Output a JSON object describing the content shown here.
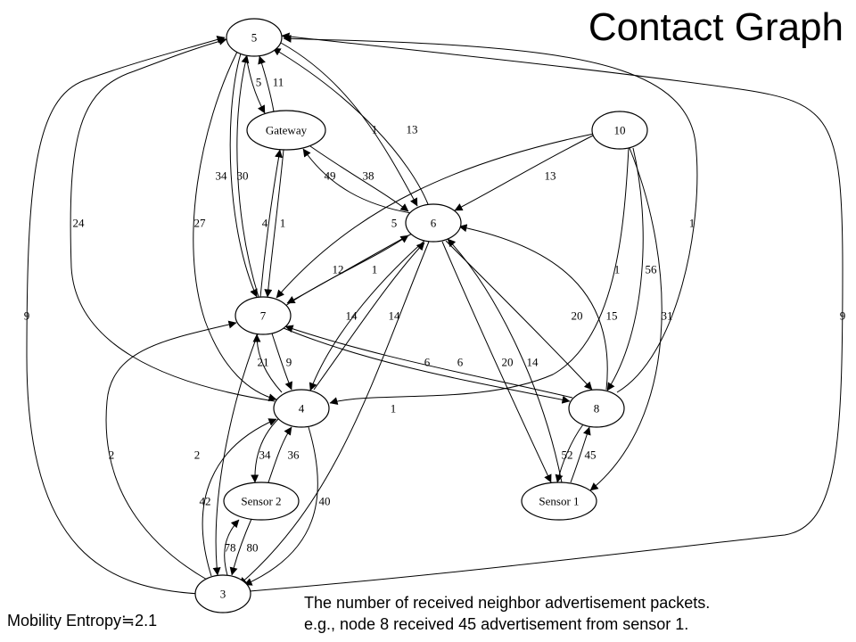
{
  "title": "Contact Graph",
  "caption": {
    "line1": "The number of received neighbor advertisement packets.",
    "line2": "e.g., node 8 received 45 advertisement from sensor 1."
  },
  "entropy_label": "Mobility Entropy≒2.1",
  "graph": {
    "nodes": [
      {
        "id": "n5",
        "label": "5"
      },
      {
        "id": "ngw",
        "label": "Gateway"
      },
      {
        "id": "n10",
        "label": "10"
      },
      {
        "id": "n6",
        "label": "6"
      },
      {
        "id": "n7",
        "label": "7"
      },
      {
        "id": "n4",
        "label": "4"
      },
      {
        "id": "n8",
        "label": "8"
      },
      {
        "id": "ns2",
        "label": "Sensor 2"
      },
      {
        "id": "ns1",
        "label": "Sensor 1"
      },
      {
        "id": "n3",
        "label": "3"
      }
    ],
    "edges": [
      {
        "id": "e1",
        "from": "n5",
        "to": "ngw",
        "label": "5"
      },
      {
        "id": "e2",
        "from": "ngw",
        "to": "n5",
        "label": "11"
      },
      {
        "id": "e3",
        "from": "n5",
        "to": "n7",
        "label": "34"
      },
      {
        "id": "e4",
        "from": "n7",
        "to": "n5",
        "label": "30"
      },
      {
        "id": "e5",
        "from": "n6",
        "to": "n5",
        "label": "13"
      },
      {
        "id": "e6",
        "from": "n5",
        "to": "n6",
        "label": "1"
      },
      {
        "id": "e7",
        "from": "n3",
        "to": "n5",
        "label": "9"
      },
      {
        "id": "e8",
        "from": "n4",
        "to": "n5",
        "label": "24"
      },
      {
        "id": "e9",
        "from": "n5",
        "to": "n4",
        "label": "27"
      },
      {
        "id": "e10",
        "from": "n8",
        "to": "n5",
        "label": "1"
      },
      {
        "id": "e11",
        "from": "ngw",
        "to": "n6",
        "label": "38"
      },
      {
        "id": "e12",
        "from": "n6",
        "to": "ngw",
        "label": "49"
      },
      {
        "id": "e13",
        "from": "n7",
        "to": "ngw",
        "label": "4"
      },
      {
        "id": "e14",
        "from": "ngw",
        "to": "n7",
        "label": "1"
      },
      {
        "id": "e15",
        "from": "n10",
        "to": "n6",
        "label": "13"
      },
      {
        "id": "e16",
        "from": "n10",
        "to": "n7",
        "label": "5"
      },
      {
        "id": "e17",
        "from": "n10",
        "to": "n4",
        "label": "1"
      },
      {
        "id": "e18",
        "from": "n10",
        "to": "n8",
        "label": "56"
      },
      {
        "id": "e19",
        "from": "n10",
        "to": "ns1",
        "label": "31"
      },
      {
        "id": "e20",
        "from": "n6",
        "to": "n7",
        "label": "12"
      },
      {
        "id": "e21",
        "from": "n7",
        "to": "n6",
        "label": "1"
      },
      {
        "id": "e22",
        "from": "n6",
        "to": "n4",
        "label": "14"
      },
      {
        "id": "e23",
        "from": "n4",
        "to": "n6",
        "label": "14"
      },
      {
        "id": "e24",
        "from": "n6",
        "to": "n8",
        "label": "20"
      },
      {
        "id": "e25",
        "from": "n8",
        "to": "n6",
        "label": "15"
      },
      {
        "id": "e26",
        "from": "n6",
        "to": "ns1",
        "label": "20"
      },
      {
        "id": "e27",
        "from": "ns1",
        "to": "n6",
        "label": "14"
      },
      {
        "id": "e28",
        "from": "n6",
        "to": "n3",
        "label": "1"
      },
      {
        "id": "e29",
        "from": "n7",
        "to": "n4",
        "label": "9"
      },
      {
        "id": "e30",
        "from": "n4",
        "to": "n7",
        "label": "21"
      },
      {
        "id": "e31",
        "from": "n7",
        "to": "n8",
        "label": "6"
      },
      {
        "id": "e32",
        "from": "n8",
        "to": "n7",
        "label": "6"
      },
      {
        "id": "e33",
        "from": "n7",
        "to": "n3",
        "label": "2"
      },
      {
        "id": "e34",
        "from": "n3",
        "to": "n7",
        "label": "2"
      },
      {
        "id": "e35",
        "from": "n4",
        "to": "ns2",
        "label": "34"
      },
      {
        "id": "e36",
        "from": "ns2",
        "to": "n4",
        "label": "36"
      },
      {
        "id": "e37",
        "from": "n3",
        "to": "n4",
        "label": "42"
      },
      {
        "id": "e38",
        "from": "n4",
        "to": "n3",
        "label": "40"
      },
      {
        "id": "e39",
        "from": "n8",
        "to": "ns1",
        "label": "52"
      },
      {
        "id": "e40",
        "from": "ns1",
        "to": "n8",
        "label": "45"
      },
      {
        "id": "e41",
        "from": "ns2",
        "to": "n3",
        "label": "80"
      },
      {
        "id": "e42",
        "from": "n3",
        "to": "ns2",
        "label": "78"
      },
      {
        "id": "e43",
        "from": "n3",
        "to": "n5",
        "label": "9"
      }
    ]
  }
}
